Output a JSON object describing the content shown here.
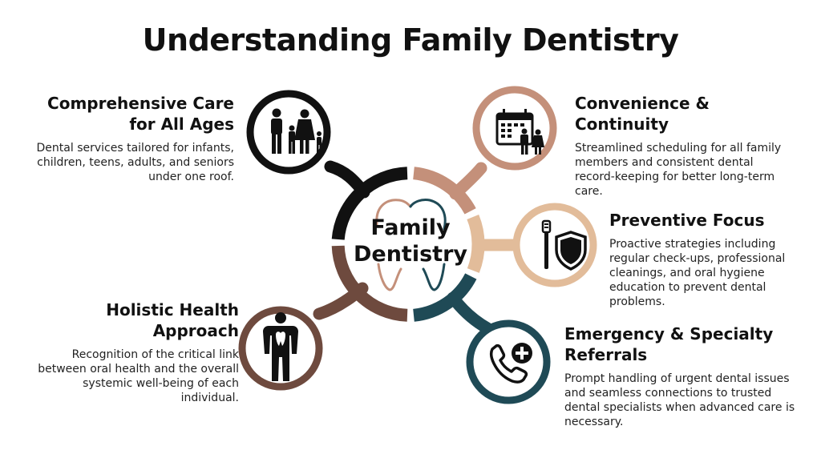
{
  "title": "Understanding Family Dentistry",
  "center": {
    "line1": "Family",
    "line2": "Dentistry"
  },
  "colors": {
    "black": "#111111",
    "terracotta": "#c4907a",
    "tan": "#e2bc9a",
    "brown": "#6e4a3e",
    "teal": "#1f4a56"
  },
  "sections": [
    {
      "title_line1": "Comprehensive Care",
      "title_line2": "for All Ages",
      "body": "Dental services tailored for infants, children, teens, adults, and seniors under one roof.",
      "icon": "family-icon",
      "color": "#111111"
    },
    {
      "title_line1": "Convenience & Continuity",
      "body": "Streamlined scheduling for all family members and consistent dental record-keeping for better long-term care.",
      "icon": "calendar-family-icon",
      "color": "#c4907a"
    },
    {
      "title_line1": "Preventive Focus",
      "body": "Proactive strategies including regular check-ups, professional cleanings, and oral hygiene education to prevent dental problems.",
      "icon": "toothbrush-shield-icon",
      "color": "#e2bc9a"
    },
    {
      "title_line1": "Holistic Health",
      "title_line2": "Approach",
      "body": "Recognition of the critical link between oral health and the overall systemic well-being of each individual.",
      "icon": "person-tooth-icon",
      "color": "#6e4a3e"
    },
    {
      "title_line1": "Emergency & Specialty",
      "title_line2": "Referrals",
      "body": "Prompt handling of urgent dental issues and seamless connections to trusted dental specialists when advanced care is necessary.",
      "icon": "phone-plus-icon",
      "color": "#1f4a56"
    }
  ]
}
